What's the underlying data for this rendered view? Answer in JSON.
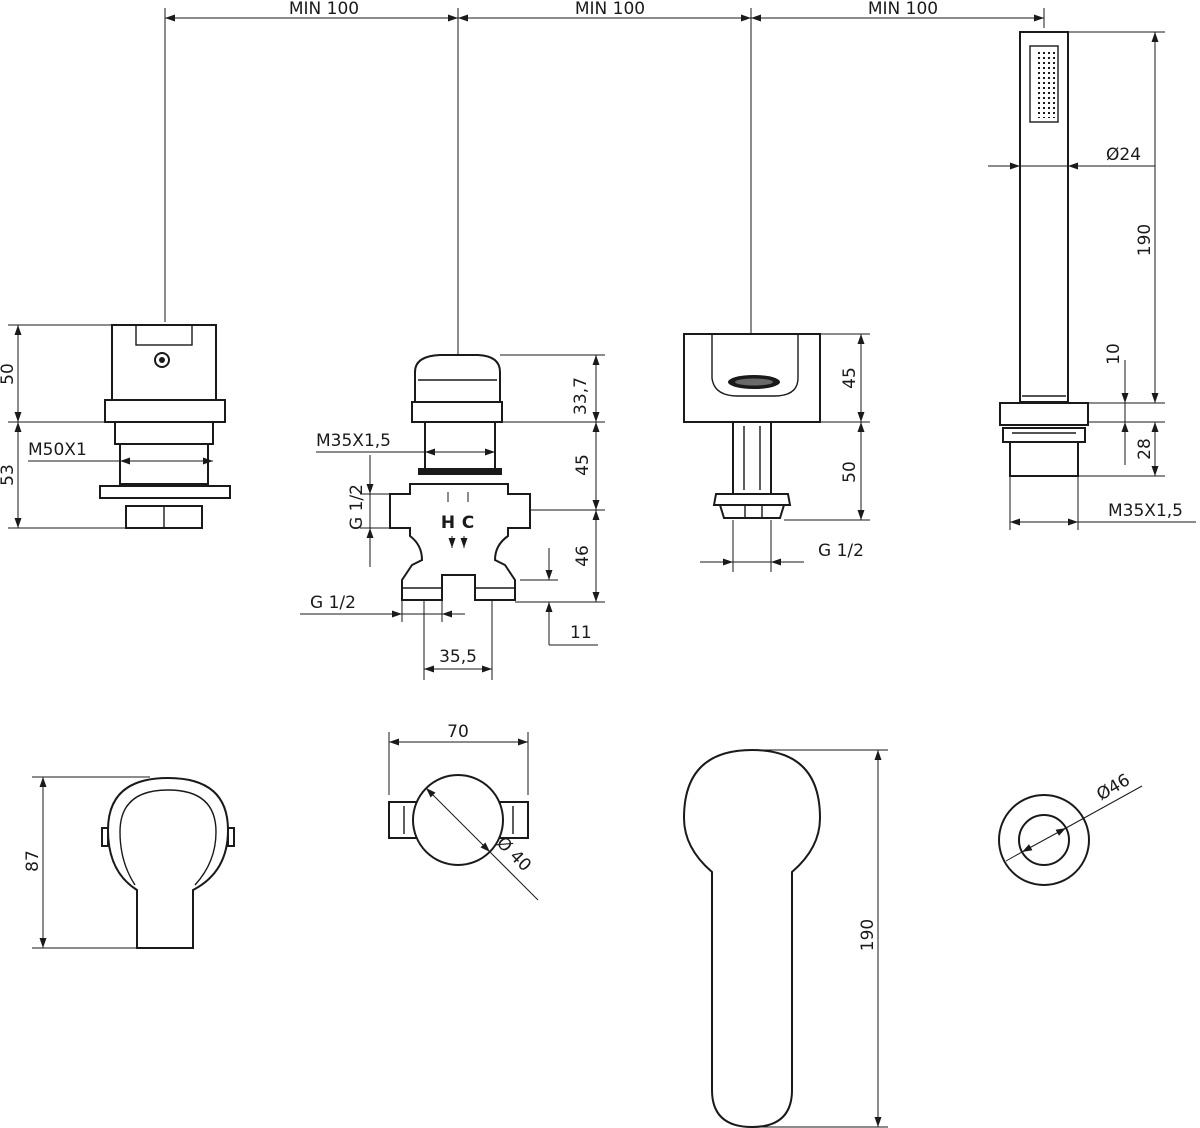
{
  "colors": {
    "ink": "#1a1a1a",
    "paper": "#ffffff"
  },
  "spacing": {
    "min_1": "MIN 100",
    "min_2": "MIN 100",
    "min_3": "MIN 100"
  },
  "diverter": {
    "height_top": "50",
    "height_bottom": "53",
    "thread": "M50X1",
    "width_front": "87"
  },
  "valve": {
    "top_height": "33,7",
    "thread": "M35X1,5",
    "mid_height": "45",
    "lower_height": "46",
    "side_port": "G 1/2",
    "bottom_port": "G 1/2",
    "port_offset": "11",
    "port_spacing": "35,5",
    "hot": "H",
    "cold": "C",
    "top_width": "70",
    "body_diameter": "Ø 40"
  },
  "spout": {
    "height_top": "45",
    "height_bottom": "50",
    "port": "G 1/2",
    "handle_length": "190"
  },
  "handshower": {
    "diameter": "Ø24",
    "length": "190",
    "collar": "10",
    "base": "28",
    "thread": "M35X1,5",
    "rosette": "Ø46"
  }
}
